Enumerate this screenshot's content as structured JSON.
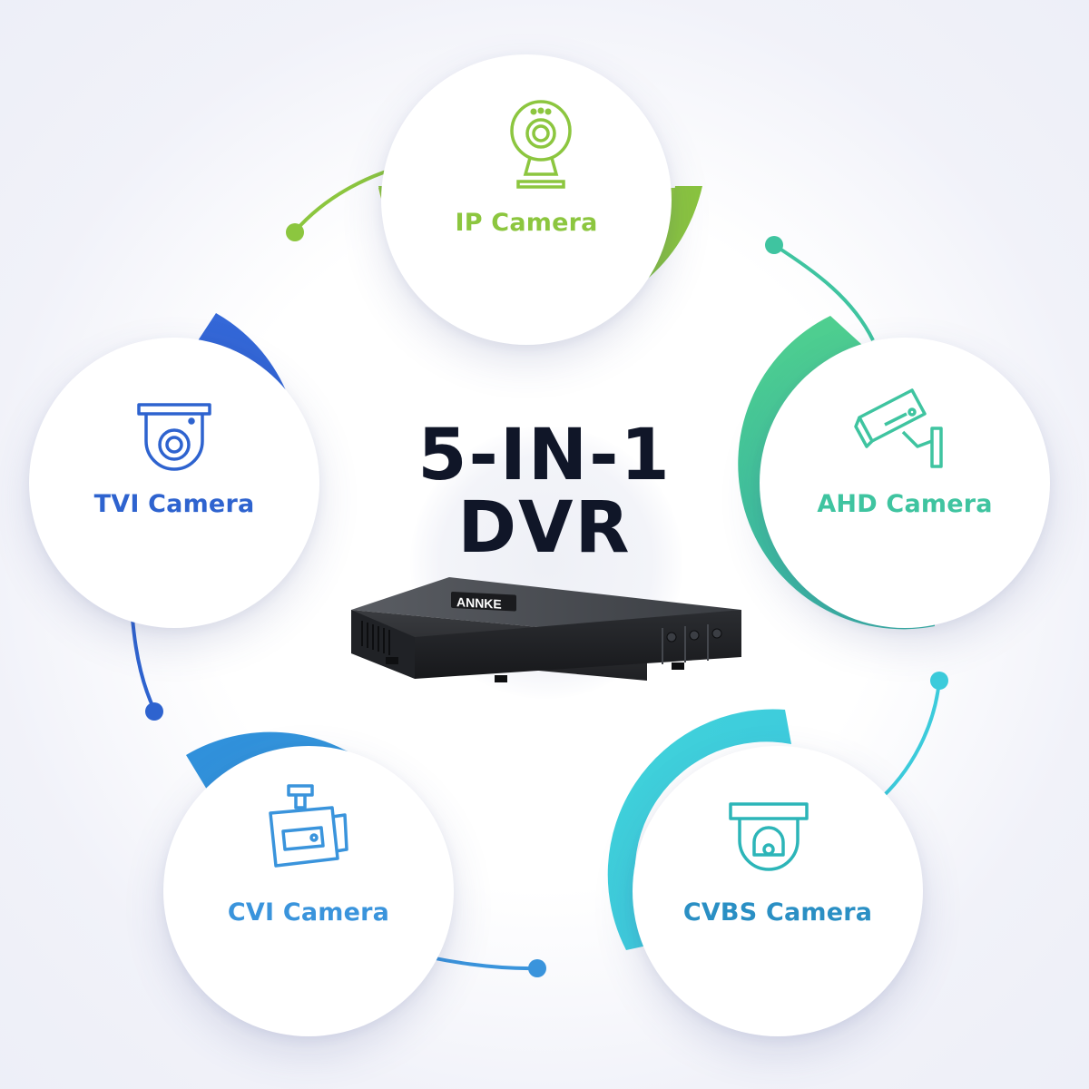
{
  "title": {
    "line1": "5-IN-1",
    "line2": "DVR"
  },
  "device": {
    "brand": "ANNKE"
  },
  "cameras": [
    {
      "label": "IP Camera",
      "icon": "ip-webcam-icon",
      "color": "#8cc63f"
    },
    {
      "label": "AHD Camera",
      "icon": "bullet-camera-icon",
      "color": "#3fc4a0"
    },
    {
      "label": "CVBS Camera",
      "icon": "dome-camera-icon",
      "color": "#3ccbdb"
    },
    {
      "label": "CVI Camera",
      "icon": "box-camera-icon",
      "color": "#3a94dc"
    },
    {
      "label": "TVI Camera",
      "icon": "turret-camera-icon",
      "color": "#2e63cf"
    }
  ],
  "colors": {
    "title": "#101628",
    "background": "#f7f8fc"
  }
}
